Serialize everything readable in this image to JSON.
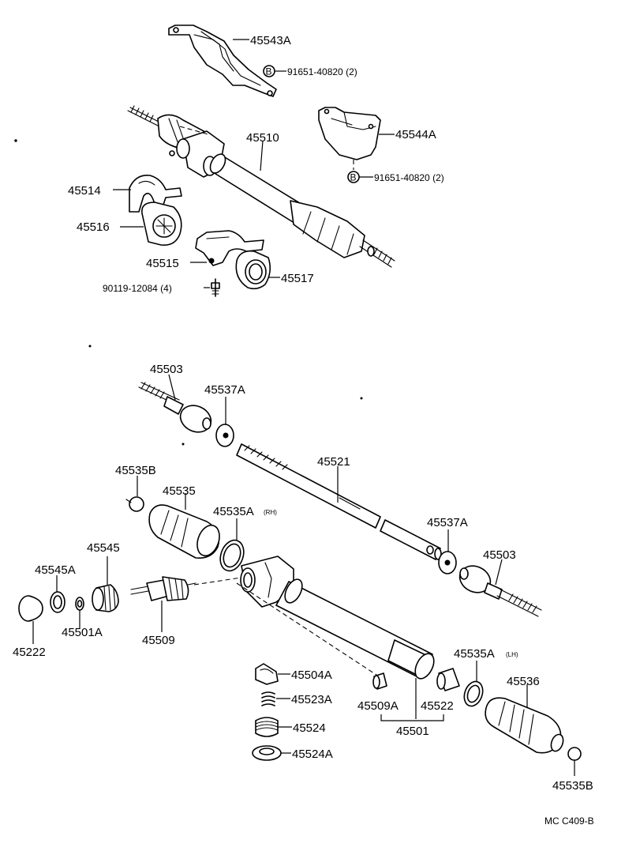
{
  "labels": {
    "p45543A": "45543A",
    "p91651_1": "91651-40820 (2)",
    "p45544A": "45544A",
    "p91651_2": "91651-40820 (2)",
    "p45510": "45510",
    "p45514": "45514",
    "p45516": "45516",
    "p45515": "45515",
    "p45517": "45517",
    "p90119": "90119-12084 (4)",
    "p45503_top": "45503",
    "p45537A_top": "45537A",
    "p45521": "45521",
    "p45535B_left": "45535B",
    "p45535": "45535",
    "p45535A_rh": "45535A",
    "rh_tag": "(RH)",
    "p45545": "45545",
    "p45545A": "45545A",
    "p45537A_right": "45537A",
    "p45503_right": "45503",
    "p45501A": "45501A",
    "p45222": "45222",
    "p45509": "45509",
    "p45504A": "45504A",
    "p45523A": "45523A",
    "p45524": "45524",
    "p45524A": "45524A",
    "p45509A": "45509A",
    "p45522": "45522",
    "p45501": "45501",
    "p45535A_lh": "45535A",
    "lh_tag": "(LH)",
    "p45536": "45536",
    "p45535B_right": "45535B",
    "drawing_code": "MC C409-B"
  },
  "bolt_symbol": "B"
}
